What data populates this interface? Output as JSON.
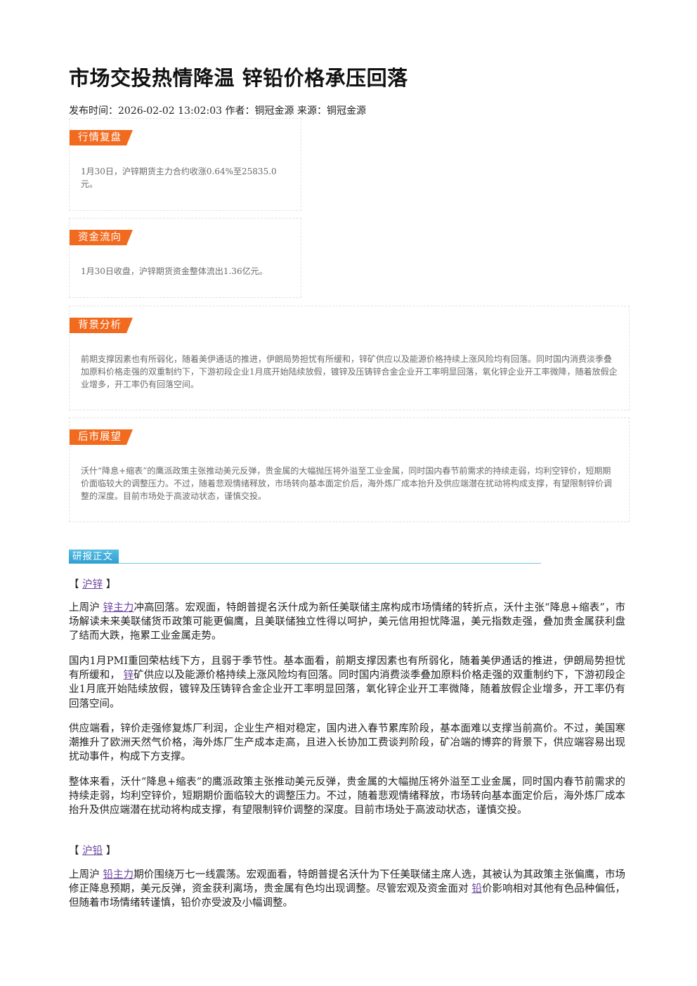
{
  "article": {
    "title": "市场交投热情降温 锌铅价格承压回落",
    "meta": "发布时间：2026-02-02 13:02:03 作者：铜冠金源 来源：铜冠金源"
  },
  "summary_boxes": [
    {
      "tag": "行情复盘",
      "text": "1月30日，沪锌期货主力合约收涨0.64%至25835.0元。"
    },
    {
      "tag": "资金流向",
      "text": "1月30日收盘，沪锌期货资金整体流出1.36亿元。"
    },
    {
      "tag": "背景分析",
      "text": "前期支撑因素也有所弱化，随着美伊通话的推进，伊朗局势担忧有所缓和，锌矿供应以及能源价格持续上涨风险均有回落。同时国内消费淡季叠加原料价格走强的双重制约下，下游初段企业1月底开始陆续放假，镀锌及压铸锌合金企业开工率明显回落，氧化锌企业开工率微降，随着放假企业增多，开工率仍有回落空间。"
    },
    {
      "tag": "后市展望",
      "text": "沃什“降息+缩表”的鹰派政策主张推动美元反弹，贵金属的大幅抛压将外溢至工业金属，同时国内春节前需求的持续走弱，均利空锌价，短期期价面临较大的调整压力。不过，随着悲观情绪释放，市场转向基本面定价后，海外炼厂成本抬升及供应端潜在扰动将构成支撑，有望限制锌价调整的深度。目前市场处于高波动状态，谨慎交投。"
    }
  ],
  "report": {
    "section_tag": "研报正文",
    "zinc": {
      "bracket_open": "【",
      "link": "沪锌",
      "bracket_close": "】",
      "p1_a": "上周沪",
      "p1_link": "锌主力",
      "p1_b": "冲高回落。宏观面，特朗普提名沃什成为新任美联储主席构成市场情绪的转折点，沃什主张“降息+缩表”，市场解读未来美联储货币政策可能更偏鹰，且美联储独立性得以呵护，美元信用担忧降温，美元指数走强，叠加贵金属获利盘了结而大跌，拖累工业金属走势。",
      "p2_a": "国内1月PMI重回荣枯线下方，且弱于季节性。基本面看，前期支撑因素也有所弱化，随着美伊通话的推进，伊朗局势担忧有所缓和，",
      "p2_link": "锌",
      "p2_b": "矿供应以及能源价格持续上涨风险均有回落。同时国内消费淡季叠加原料价格走强的双重制约下，下游初段企业1月底开始陆续放假，镀锌及压铸锌合金企业开工率明显回落，氧化锌企业开工率微降，随着放假企业增多，开工率仍有回落空间。",
      "p3": "供应端看，锌价走强修复炼厂利润，企业生产相对稳定，国内进入春节累库阶段，基本面难以支撑当前高价。不过，美国寒潮推升了欧洲天然气价格，海外炼厂生产成本走高，且进入长协加工费谈判阶段，矿冶端的博弈的背景下，供应端容易出现扰动事件，构成下方支撑。",
      "p4": "整体来看，沃什“降息+缩表”的鹰派政策主张推动美元反弹，贵金属的大幅抛压将外溢至工业金属，同时国内春节前需求的持续走弱，均利空锌价，短期期价面临较大的调整压力。不过，随着悲观情绪释放，市场转向基本面定价后，海外炼厂成本抬升及供应端潜在扰动将构成支撑，有望限制锌价调整的深度。目前市场处于高波动状态，谨慎交投。"
    },
    "lead": {
      "bracket_open": "【",
      "link": "沪铅",
      "bracket_close": "】",
      "p1_a": "上周沪",
      "p1_link": "铅主力",
      "p1_b": "期价围绕万七一线震荡。宏观面看，特朗普提名沃什为下任美联储主席人选，其被认为其政策主张偏鹰，市场修正降息预期，美元反弹，资金获利离场，贵金属有色均出现调整。尽管宏观及资金面对",
      "p1_link2": "铅",
      "p1_c": "价影响相对其他有色品种偏低，但随着市场情绪转谨慎，铅价亦受波及小幅调整。"
    }
  }
}
